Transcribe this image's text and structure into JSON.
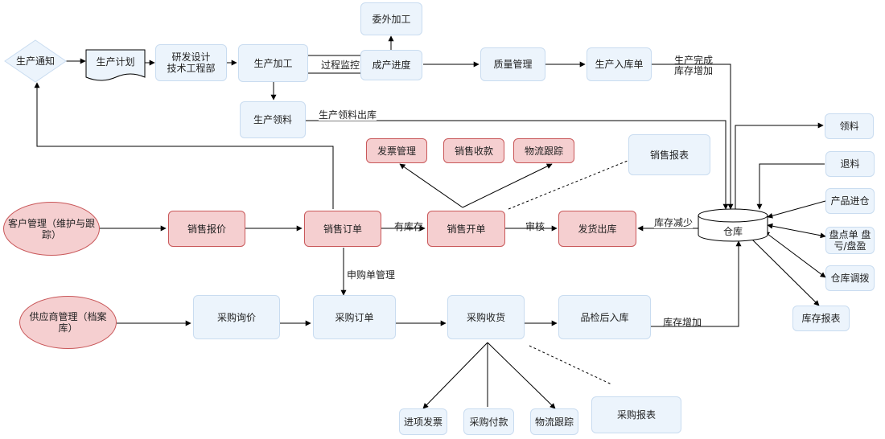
{
  "nodes": {
    "notify": "生产通知",
    "plan": "生产计划",
    "rnd": "研发设计\n技术工程部",
    "process": "生产加工",
    "outsource": "委外加工",
    "progress": "成产进度",
    "quality": "质量管理",
    "stockin": "生产入库单",
    "pick": "生产领料",
    "invoice": "发票管理",
    "collect": "销售收款",
    "logistics1": "物流跟踪",
    "sales_report": "销售报表",
    "customer": "客户管理（维护与跟\n踪）",
    "quote": "销售报价",
    "order": "销售订单",
    "billing": "销售开单",
    "ship": "发货出库",
    "warehouse": "仓库",
    "r_pick": "领料",
    "r_return": "退料",
    "r_product": "产品进仓",
    "r_count": "盘点单  盘\n亏/盘盈",
    "r_transfer": "仓库调拨",
    "inventory_report": "库存报表",
    "supplier": "供应商管理（档案\n库）",
    "inquiry": "采购询价",
    "po": "采购订单",
    "receive": "采购收货",
    "qc_in": "品检后入库",
    "input_invoice": "进项发票",
    "pay": "采购付款",
    "logistics2": "物流跟踪",
    "purchase_report": "采购报表"
  },
  "edge_labels": {
    "monitor": "过程监控",
    "done": "生产完成\n库存增加",
    "pick_out": "生产领料出库",
    "in_stock": "有库存",
    "audit": "审核",
    "dec": "库存减少",
    "req": "申购单管理",
    "inc": "库存增加"
  }
}
